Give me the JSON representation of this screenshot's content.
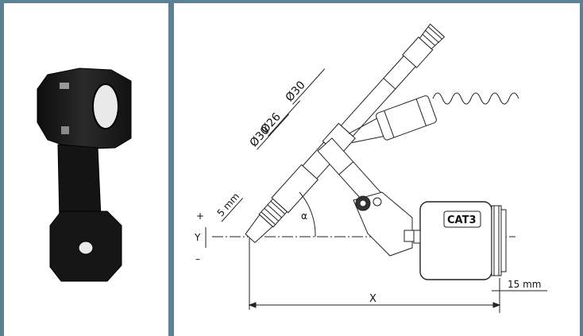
{
  "dimensions": {
    "diameter_upper": "Ø30",
    "diameter_mid": "Ø26",
    "diameter_lower": "Ø30",
    "offset_5": "5 mm",
    "offset_15": "15 mm",
    "x_label": "X",
    "y_label": "Y",
    "plus": "+",
    "minus": "–",
    "alpha": "α"
  },
  "device": {
    "logo_text": "CAT3"
  }
}
